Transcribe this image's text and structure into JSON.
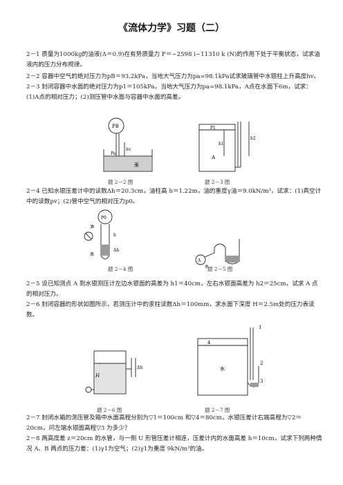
{
  "title": "《流体力学》习题（二）",
  "problems": {
    "p1": "2－1 质量为1000kg的油液(Δ＝0.9)在有势质量力 F＝−2598 i−11310 k (N)的作用下处于平衡状态，试求油液内的压力分布规律。",
    "p2": "2－2 容器中空气的绝对压力为pB＝93.2kPa，当地大气压力为pa=98.1kPa试求玻璃管中水银柱上升高度hv。",
    "p3": "2－3 封闭容器中水面的绝对压力为p1＝105kPa，当地大气压力为pa=98.1kPa，A点在水面下6m，试求：(1)A点的相对压力；(2)测压管中水面与容器中水面的高差。",
    "p4": "2－4 已知水银压差计中的读数Δh＝20.3cm，油柱高 h＝1.22m，油的重度γ油＝9.0kN/m³，试求：(1)真空计中的读数pv；(2)管中空气的相对压力p0。",
    "p5": "2－5 设已知测点 A 到水银测压计左边水银面的高差为 h1＝40cm，左右水银面高差为 h2＝25cm，试求 A 点的相对压力。",
    "p6": "2－6 封闭容器的形状如图所示，若测压计中的汞柱读数Δh＝100mm，求水面下深度 H＝2.5m处的压力表读数。",
    "p7": "2－7 封闭水箱的测压管及箱中水面高程分别为▽1＝100cm 和▽4＝80cm，水银压差计右端高程为▽2＝20cm，问左端水银面高程▽3 为多少？",
    "p8": "2－8 两高度差 z＝20cm 的水管，与一侧 U 形管压差计相连，压差计内的水面高差 h＝10cm，试求下列两种情况 A、B 两点的压力差：(1)γ1为空气；(2)γ1为重度 9kN/m³的油。"
  },
  "captions": {
    "f22": "题 2－2 图",
    "f23": "题 2－3 图",
    "f24": "题 2－4 图",
    "f25": "题 2－5 图",
    "f26": "题 2－6 图",
    "f27": "题 2－7 图"
  },
  "labels": {
    "pB": "PB",
    "pa": "Pa",
    "hv": "hv",
    "water": "水",
    "mercury": "汞",
    "oil": "油",
    "p1": "P1",
    "h1": "h1",
    "h2": "h2",
    "A": "A",
    "p0": "P0",
    "h": "h",
    "dh": "Δh",
    "H": "H",
    "n1": "1",
    "n2": "2",
    "n3": "3",
    "n4": "4"
  }
}
